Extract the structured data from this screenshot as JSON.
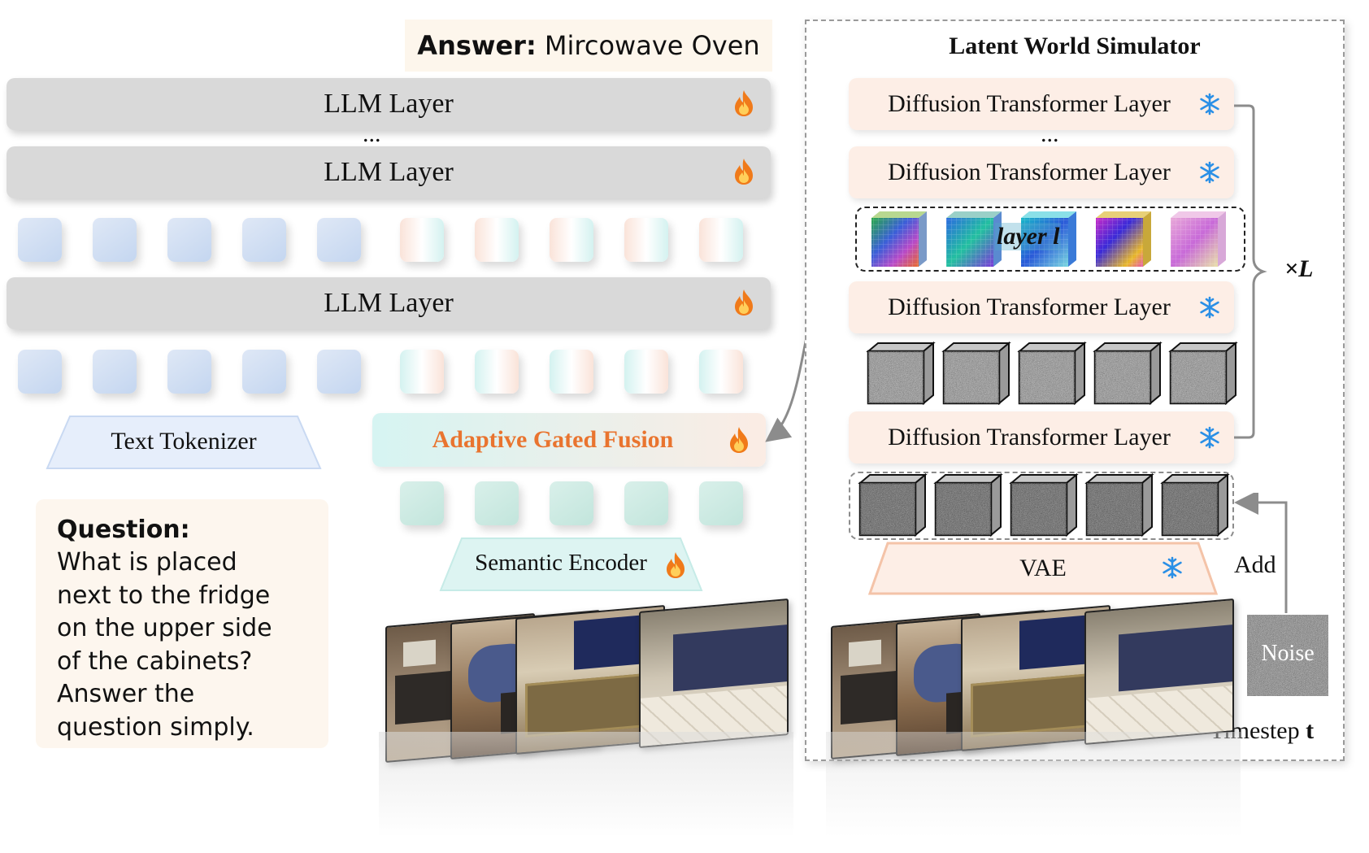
{
  "answer": {
    "prefix": "Answer:",
    "text": " Mircowave Oven"
  },
  "llm": {
    "layer_label": "LLM Layer",
    "ellipsis": "..."
  },
  "text_tokenizer": "Text Tokenizer",
  "fusion": "Adaptive Gated Fusion",
  "semantic_encoder": "Semantic Encoder",
  "question": {
    "label": "Question:",
    "lines": [
      "What is placed",
      "next to the fridge",
      "on the upper side",
      "of the cabinets?",
      "Answer the",
      "question simply."
    ]
  },
  "simulator": {
    "title": "Latent World Simulator",
    "dit_label": "Diffusion Transformer Layer",
    "ellipsis": "...",
    "layer_tag": "layer l",
    "repeat": "×L",
    "vae": "VAE",
    "add": "Add",
    "noise": "Noise",
    "timestep": "Timestep",
    "timestep_var": "t"
  },
  "colors": {
    "fusion_text": "#e9742f",
    "llm_bar": "#d9d9d9",
    "dit_bar": "#fdeee6",
    "snowflake": "#2a8fe6",
    "fire": "#f07a1a"
  }
}
